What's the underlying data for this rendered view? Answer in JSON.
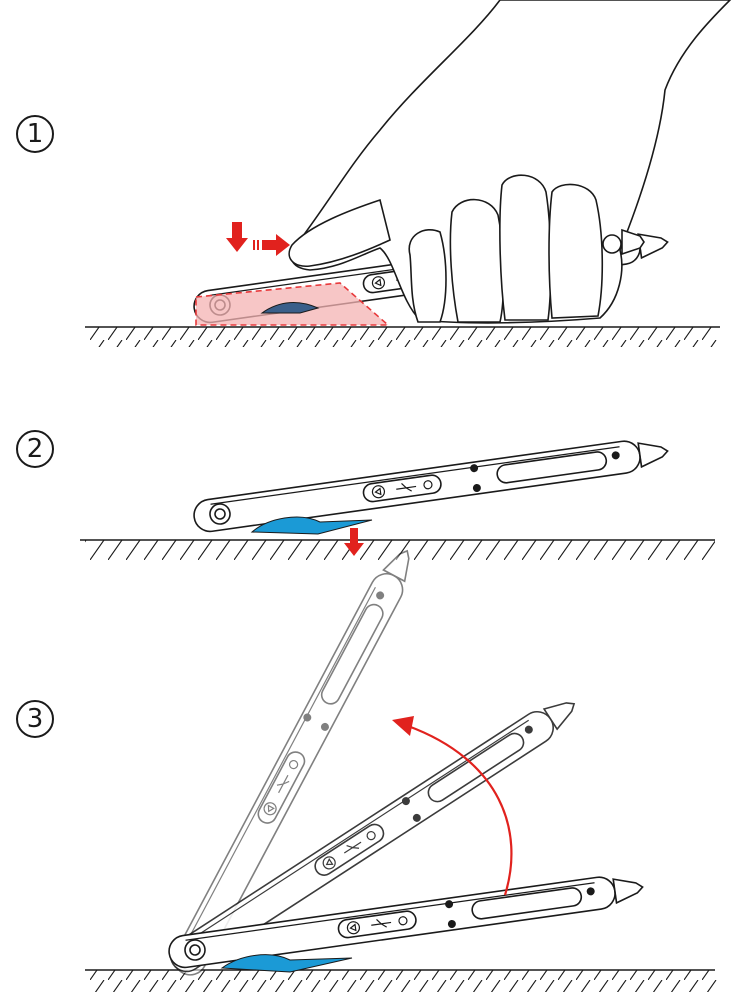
{
  "steps": [
    {
      "number": "1"
    },
    {
      "number": "2"
    },
    {
      "number": "3"
    }
  ],
  "colors": {
    "press_highlight": "#e8393b",
    "press_fill": "#f4b3b3",
    "clip_blue": "#1b9ad6",
    "clip_dark": "#3a5f8a",
    "arrow_red": "#e1221e",
    "outline": "#1a1a1a",
    "ghost_outline": "#8a8a8a"
  },
  "icons": {
    "usb_port": "usb-icon",
    "press_arrow": "red-arrow-icon",
    "rotate_arrow": "curved-arrow-icon"
  }
}
